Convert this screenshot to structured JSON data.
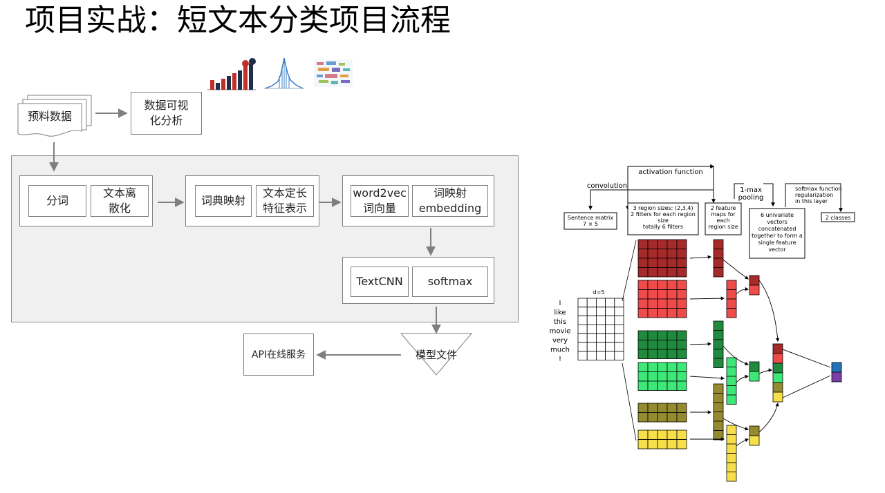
{
  "title": "项目实战：短文本分类项目流程",
  "flow": {
    "corpus": "预料数据",
    "visualization": "数据可视\n化分析",
    "segment": "分词",
    "discretize": "文本离\n散化",
    "dict_map": "词典映射",
    "fixed_len": "文本定长\n特征表示",
    "word2vec": "word2vec\n词向量",
    "embedding": "词映射\nembedding",
    "textcnn": "TextCNN",
    "softmax": "softmax",
    "model_file": "模型文件",
    "api": "API在线服务"
  },
  "cnn": {
    "activation": "activation function",
    "convolution": "convolution",
    "maxpool": "1-max\npooling",
    "softmax_note": "softmax function\nregularization\nin this layer",
    "sentence_matrix": "Sentence matrix\n7 × 5",
    "region_sizes": "3 region sizes: (2,3,4)\n2 filters for each region\nsize\ntotally 6 filters",
    "feature_maps": "2 feature\nmaps for\neach\nregion size",
    "univariate": "6 univariate\nvectors\nconcatenated\ntogether to form a\nsingle feature\nvector",
    "classes": "2 classes",
    "d_label": "d=5",
    "sentence_words": [
      "I",
      "like",
      "this",
      "movie",
      "very",
      "much",
      "!"
    ]
  },
  "colors": {
    "red_dark": "#a52a2a",
    "red_light": "#f04b4b",
    "green_dark": "#208a3e",
    "green_light": "#3ee878",
    "olive": "#948a30",
    "yellow": "#f7df4a",
    "blue": "#2471b8",
    "purple": "#7a3fa5",
    "panel": "#f0f0f0"
  }
}
